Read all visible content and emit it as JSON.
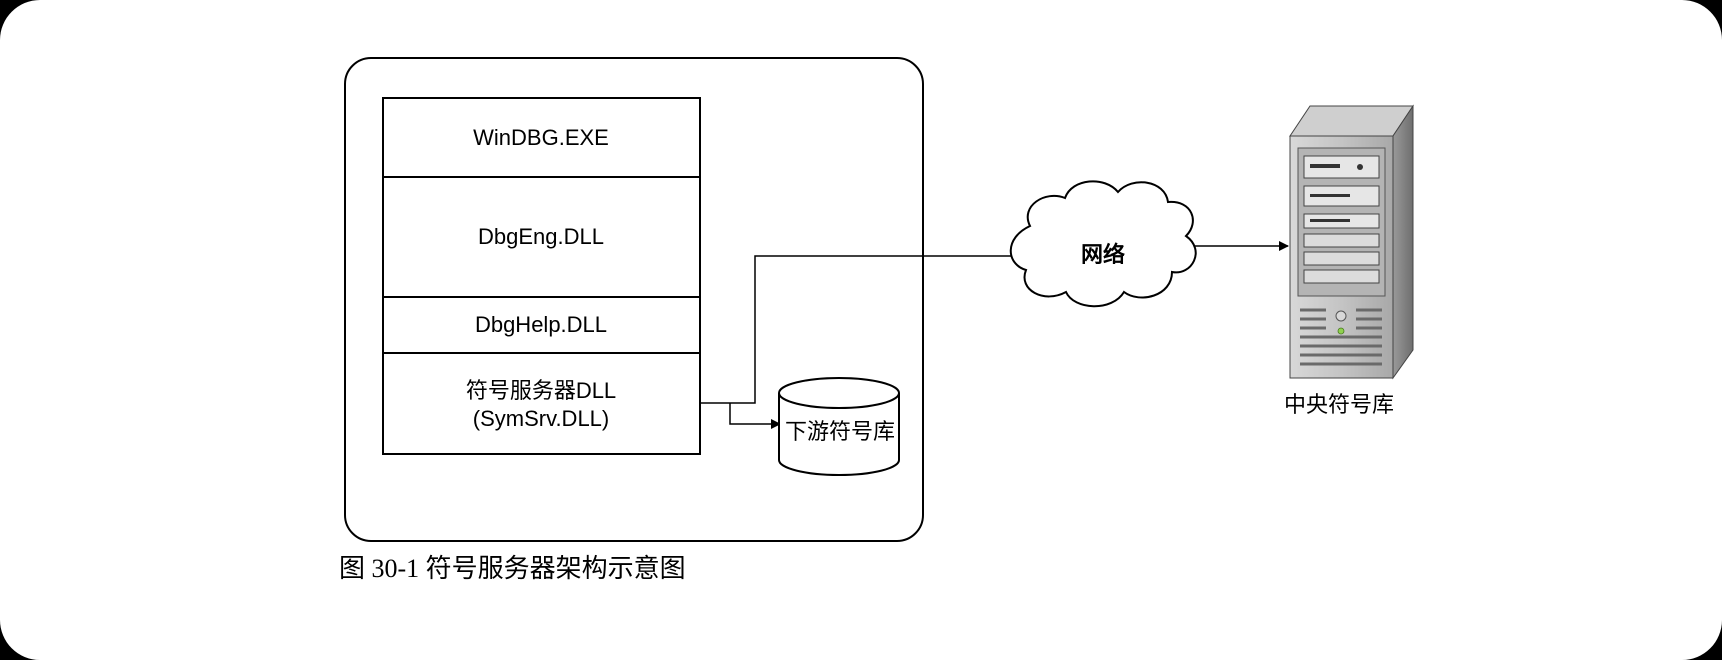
{
  "layers": {
    "winDbg": "WinDBG.EXE",
    "dbgEng": "DbgEng.DLL",
    "dbgHelp": "DbgHelp.DLL",
    "symSrvLine1": "符号服务器DLL",
    "symSrvLine2": "(SymSrv.DLL)"
  },
  "downstream": {
    "label": "下游符号库"
  },
  "network": {
    "label": "网络"
  },
  "server": {
    "label": "中央符号库"
  },
  "caption": "图 30-1 符号服务器架构示意图"
}
